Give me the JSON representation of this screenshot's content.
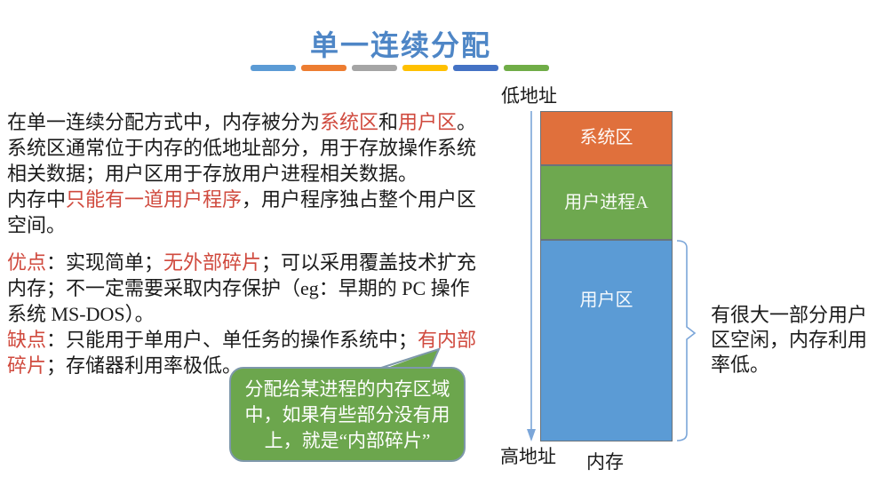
{
  "slide": {
    "title": "单一连续分配",
    "divider_colors": [
      "#5B9BD5",
      "#ED7D31",
      "#A5A5A5",
      "#FFC000",
      "#4472C4",
      "#70AD47"
    ]
  },
  "colors": {
    "title_blue": "#4E86C6",
    "red_accent": "#D04A3E",
    "ink": "#1b1b1b",
    "box_orange": "#E0703C",
    "box_green": "#6EA84F",
    "box_blue": "#5B9BD5",
    "box_border": "#6A737B",
    "diagram_blue": "#7BA6D9",
    "bubble_green": "#6CA64D",
    "bubble_border": "#7E98AB"
  },
  "left_text": {
    "para1": [
      [
        {
          "t": "在单一连续分配方式中，内存被分为"
        },
        {
          "t": "系统区",
          "red": true
        },
        {
          "t": "和"
        },
        {
          "t": "用户区",
          "red": true
        },
        {
          "t": "。"
        }
      ],
      [
        {
          "t": "系统区通常位于内存的低地址部分，用于存放操作系统"
        }
      ],
      [
        {
          "t": "相关数据；用户区用于存放用户进程相关数据。"
        }
      ],
      [
        {
          "t": "内存中"
        },
        {
          "t": "只能有一道用户程序",
          "red": true
        },
        {
          "t": "，用户程序独占整个用户区"
        }
      ],
      [
        {
          "t": "空间。"
        }
      ]
    ],
    "para2": [
      [
        {
          "t": "优点",
          "red": true
        },
        {
          "t": "：实现简单；"
        },
        {
          "t": "无外部碎片",
          "red": true
        },
        {
          "t": "；可以采用覆盖技术扩充"
        }
      ],
      [
        {
          "t": "内存；不一定需要采取内存保护（eg：早期的 PC 操作"
        }
      ],
      [
        {
          "t": "系统 MS-DOS）。"
        }
      ],
      [
        {
          "t": "缺点",
          "red": true
        },
        {
          "t": "：只能用于单用户、单任务的操作系统中；"
        },
        {
          "t": "有内部",
          "red": true
        }
      ],
      [
        {
          "t": "碎片",
          "red": true
        },
        {
          "t": "；存储器利用率极低。"
        }
      ]
    ]
  },
  "callout": {
    "lines": [
      "分配给某进程的内存区域",
      "中，如果有些部分没有用",
      "上，就是“内部碎片”"
    ]
  },
  "diagram": {
    "low_address_label": "低地址",
    "high_address_label": "高地址",
    "memory_label": "内存",
    "boxes": [
      {
        "label": "系统区"
      },
      {
        "label": "用户进程A"
      },
      {
        "label": "用户区"
      }
    ],
    "note_lines": [
      "有很大一部分用户",
      "区空闲，内存利用",
      "率低。"
    ]
  }
}
